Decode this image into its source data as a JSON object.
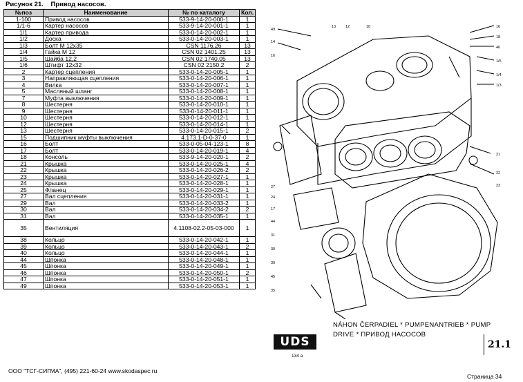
{
  "title": "Рисунок 21.    Привод насосов.",
  "columns": [
    "№поз",
    "Наименование",
    "№ по каталогу",
    "Кол."
  ],
  "rows": [
    [
      "1-100",
      "Привод насосов",
      "533-9-14-20-000-1",
      "1"
    ],
    [
      "1/1-6",
      "Картер насосов",
      "533-9-14-20-001-1",
      "1"
    ],
    [
      "1/1",
      "Картер привода",
      "533-0-14-20-002-1",
      "1"
    ],
    [
      "1/2",
      "Доска",
      "533-0-14-20-003-1",
      "1"
    ],
    [
      "1/3",
      "Болт М 12x35",
      "CSN 1176.26",
      "13"
    ],
    [
      "1/4",
      "Гайка М 12",
      "CSN 02 1401.25",
      "13"
    ],
    [
      "1/5",
      "Шайба 12,2",
      "CSN 02 1740.05",
      "13"
    ],
    [
      "1/6",
      "Штифт 12x32",
      "CSN 02 2150.2",
      "2"
    ],
    [
      "2",
      "Картер сцепления",
      "533-0-14-20-005-1",
      "1"
    ],
    [
      "3",
      "Направляющая сцепления",
      "533-0-14-20-006-1",
      "1"
    ],
    [
      "4",
      "Вилка",
      "533-0-14-20-007-1",
      "1"
    ],
    [
      "5",
      "Масляный шланг",
      "533-0-14-20-008-1",
      "1"
    ],
    [
      "7",
      "Муфта выключения",
      "533-0-14-20-009-1",
      "1"
    ],
    [
      "8",
      "Шестерня",
      "533-0-14-20-010-1",
      "1"
    ],
    [
      "9",
      "Шестерня",
      "533-0-14-20-011-1",
      "1"
    ],
    [
      "10",
      "Шестерня",
      "533-0-14-20-012-1",
      "1"
    ],
    [
      "12",
      "Шестерня",
      "533-0-14-20-014-1",
      "1"
    ],
    [
      "13",
      "Шестерня",
      "533-0-14-20-015-1",
      "2"
    ],
    [
      "15",
      "Подшипник муфты выключения",
      "4.173.1-D-0-37-0",
      "1"
    ],
    [
      "16",
      "Болт",
      "533-0-05-04-123-1",
      "8"
    ],
    [
      "17",
      "Болт",
      "533-0-14-20-019-1",
      "4"
    ],
    [
      "18",
      "Консоль",
      "533-9-14-20-020-1",
      "2"
    ],
    [
      "21",
      "Крышка",
      "533-0-14-20-025-1",
      "4"
    ],
    [
      "22",
      "Крышка",
      "533-0-14-20-026-2",
      "2"
    ],
    [
      "23",
      "Крышка",
      "533-0-14-20-027-1",
      "1"
    ],
    [
      "24",
      "Крышка",
      "533-0-14-20-028-1",
      "1"
    ],
    [
      "25",
      "Фланец",
      "533-0-14-20-029-1",
      "1"
    ],
    [
      "27",
      "Вал сцепления",
      "533-0-14-20-031-1",
      "1"
    ],
    [
      "29",
      "Вал",
      "533-0-14-20-033-2",
      "1"
    ],
    [
      "30",
      "Вал",
      "533-0-14-20-034-2",
      "2"
    ],
    [
      "31",
      "Вал",
      "533-0-14-20-035-1",
      "1"
    ],
    [
      "35",
      "Вентиляция",
      "4.1108-02.2-05-03-000",
      "1"
    ],
    [
      "38",
      "Кольцо",
      "533-0-14-20-042-1",
      "1"
    ],
    [
      "39",
      "Кольцо",
      "533-0-14-20-043-1",
      "2"
    ],
    [
      "40",
      "Кольцо",
      "533-0-14-20-044-1",
      "1"
    ],
    [
      "44",
      "Шпонка",
      "533-0-14-20-048-1",
      "1"
    ],
    [
      "45",
      "Шпонка",
      "533-0-14-20-049-1",
      "1"
    ],
    [
      "46",
      "Шпонка",
      "533-0-14-20-050-1",
      "2"
    ],
    [
      "47",
      "Шпонка",
      "533-0-14-20-051-1",
      "1"
    ],
    [
      "49",
      "Шпонка",
      "533-0-14-20-053-1",
      "1"
    ]
  ],
  "tall_row_index": 31,
  "footer": "ООО \"ТСГ-СИГМА\", (495) 221-60-24 www.skodaspec.ru",
  "page_number": "Страница 34",
  "drawing": {
    "caption_line1": "NÁHON ČERPADIEL * PUMPENANTRIEB * PUMP",
    "caption_line2": "DRIVE * ПРИВОД НАСОСОВ",
    "figure_number": "21.1",
    "logo_text": "UDS",
    "logo_sub": "134 a"
  }
}
